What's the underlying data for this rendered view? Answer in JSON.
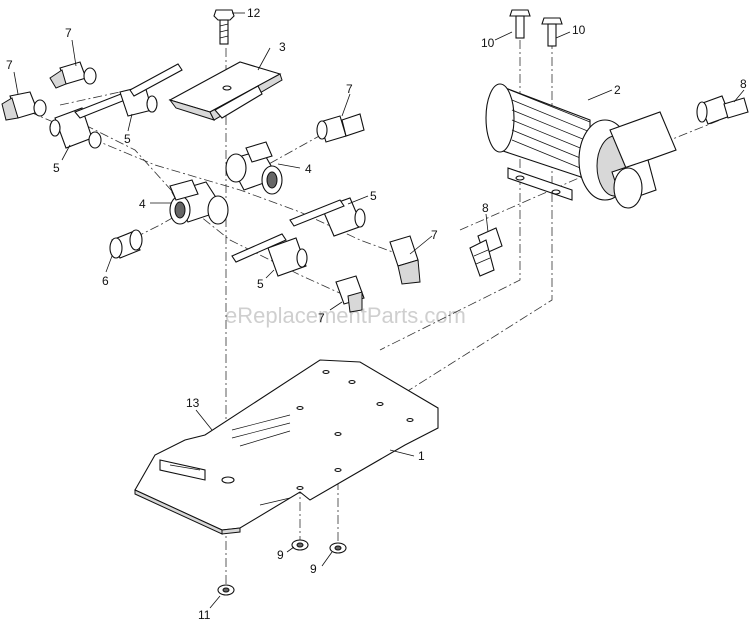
{
  "watermark": "eReplacementParts.com",
  "callouts": {
    "c1": "1",
    "c2": "2",
    "c3": "3",
    "c4a": "4",
    "c4b": "4",
    "c5a": "5",
    "c5b": "5",
    "c5c": "5",
    "c5d": "5",
    "c6": "6",
    "c7a": "7",
    "c7b": "7",
    "c7c": "7",
    "c7d": "7",
    "c7e": "7",
    "c8a": "8",
    "c8b": "8",
    "c9a": "9",
    "c9b": "9",
    "c10a": "10",
    "c10b": "10",
    "c11": "11",
    "c12": "12",
    "c13": "13"
  },
  "parts": {
    "1": "mounting-plate",
    "2": "pump-motor",
    "3": "bracket",
    "4": "tee-fitting",
    "5": "ball-valve",
    "6": "nipple",
    "7": "elbow-barb-fitting",
    "8": "straight-barb-fitting",
    "9": "nut",
    "10": "screw",
    "11": "nut",
    "12": "screw",
    "13": "decal"
  }
}
